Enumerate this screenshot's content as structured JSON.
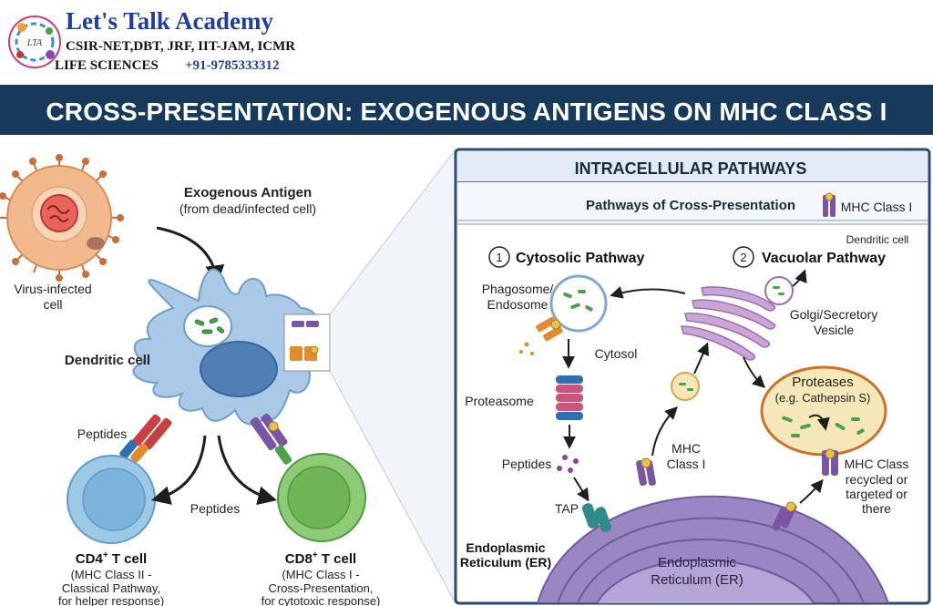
{
  "header": {
    "academy_name": "Let's Talk Academy",
    "exams_line": "CSIR-NET,DBT, JRF, IIT-JAM, ICMR",
    "subject": "LIFE SCIENCES",
    "phone": "+91-9785333312",
    "logo_text": "LTA"
  },
  "title": "CROSS-PRESENTATION: EXOGENOUS ANTIGENS ON MHC CLASS I",
  "left_panel": {
    "exogenous_antigen": "Exogenous Antigen",
    "exogenous_antigen_sub": "(from dead/infected cell)",
    "virus_cell_line1": "Virus-infected",
    "virus_cell_line2": "cell",
    "dendritic_cell": "Dendritic cell",
    "peptides_top": "Peptides",
    "peptides_bottom": "Peptides",
    "cd4_label": "CD4",
    "cd4_sup": "+",
    "cd4_suffix": " T cell",
    "cd4_desc1": "(MHC Class II -",
    "cd4_desc2": "Classical Pathway,",
    "cd4_desc3": "for helper response)",
    "cd8_label": "CD8",
    "cd8_sup": "+",
    "cd8_suffix": " T cell",
    "cd8_desc1": "(MHC Class I -",
    "cd8_desc2": "Cross-Presentation,",
    "cd8_desc3": "for cytotoxic response)"
  },
  "right_panel": {
    "heading": "INTRACELLULAR PATHWAYS",
    "subheading": "Pathways of Cross-Presentation",
    "legend_mhc": "MHC Class I",
    "legend_dc": "Dendritic cell",
    "pathway1_num": "1",
    "pathway1": "Cytosolic Pathway",
    "pathway2_num": "2",
    "pathway2": "Vacuolar Pathway",
    "phagosome1": "Phagosome/",
    "phagosome2": "Endosome",
    "cytosol": "Cytosol",
    "proteasome": "Proteasome",
    "peptides": "Peptides",
    "tap": "TAP",
    "er_left1": "Endoplasmic",
    "er_left2": "Reticulum (ER)",
    "er_center1": "Endoplasmic",
    "er_center2": "Reticulum (ER)",
    "mhc_class1_line1": "MHC",
    "mhc_class1_line2": "Class I",
    "golgi1": "Golgi/Secretory",
    "golgi2": "Vesicle",
    "proteases1": "Proteases",
    "proteases2": "(e.g. Cathepsin S)",
    "recycled1": "MHC Class",
    "recycled2": "recycled or",
    "recycled3": "targeted or",
    "recycled4": "there"
  },
  "colors": {
    "title_bar": "#173a5c",
    "panel_border": "#2b4a6e",
    "panel_bg": "#eef4fb",
    "dendritic": "#a9c9e6",
    "nucleus": "#4f7fb4",
    "cd4": "#9cc9e6",
    "cd8": "#8ecb76",
    "mhc_purple": "#7a55a3",
    "er": "#9a86c2",
    "golgi": "#c9a6d6",
    "lysosome": "#f6e7b9",
    "virus": "#f2b98d"
  }
}
